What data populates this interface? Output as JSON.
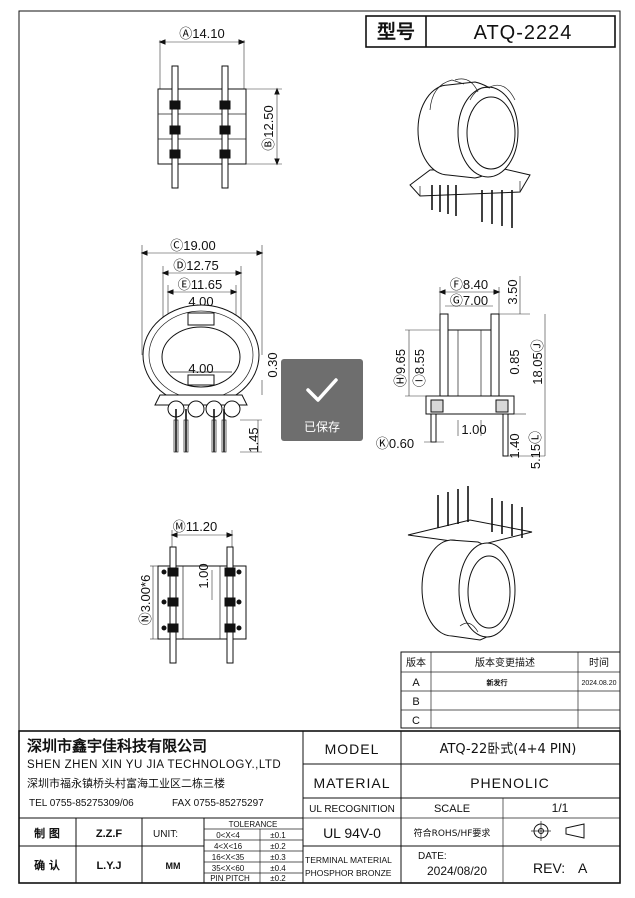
{
  "header": {
    "model_label": "型号",
    "model_value": "ATQ-2224"
  },
  "dimensions": {
    "top_view_width": "Ⓐ14.10",
    "top_view_height": "Ⓑ12.50",
    "c": "Ⓒ19.00",
    "d": "Ⓓ12.75",
    "e": "Ⓔ11.65",
    "slot_top": "4.00",
    "slot_bottom": "4.00",
    "gap": "0.30",
    "pin_len": "1.45",
    "f": "Ⓕ8.40",
    "g": "Ⓖ7.00",
    "h": "Ⓗ9.65",
    "i": "Ⓘ8.55",
    "side_3_50": "3.50",
    "side_0_85": "0.85",
    "side_18_05": "18.05Ⓙ",
    "side_1_00": "1.00",
    "k": "Ⓚ0.60",
    "side_1_40": "1.40",
    "side_5_15": "5.15Ⓛ",
    "m": "Ⓜ11.20",
    "n": "Ⓝ3.00*6",
    "bottom_1_00": "1.00"
  },
  "revision_table": {
    "headers": [
      "版本",
      "版本变更描述",
      "时间"
    ],
    "rows": [
      {
        "rev": "A",
        "desc": "新发行",
        "date": "2024.08.20"
      },
      {
        "rev": "B",
        "desc": "",
        "date": ""
      },
      {
        "rev": "C",
        "desc": "",
        "date": ""
      }
    ]
  },
  "company": {
    "name_cn": "深圳市鑫宇佳科技有限公司",
    "name_en": "SHEN ZHEN XIN YU JIA TECHNOLOGY.,LTD",
    "address": "深圳市福永镇桥头村富海工业区二栋三楼",
    "tel": "TEL 0755-85275309/06",
    "fax": "FAX 0755-85275297"
  },
  "title_block": {
    "model_label": "MODEL",
    "model_value": "ATQ-22卧式(4+4 PIN)",
    "material_label": "MATERIAL",
    "material_value": "PHENOLIC",
    "ul_label": "UL RECOGNITION",
    "ul_value": "UL 94V-0",
    "scale_label": "SCALE",
    "scale_value": "1/1",
    "rohs": "符合ROHS/HF要求",
    "terminal_label_1": "TERMINAL MATERIAL",
    "terminal_label_2": "PHOSPHOR BRONZE",
    "date_label": "DATE:",
    "date_value": "2024/08/20",
    "rev_label": "REV:",
    "rev_value": "A",
    "drawn_label": "制 图",
    "drawn_value": "Z.Z.F",
    "check_label": "确 认",
    "check_value": "L.Y.J",
    "unit_label": "UNIT:",
    "unit_value": "MM",
    "tolerance_title": "TOLERANCE",
    "tolerance": [
      {
        "range": "0<X<4",
        "tol": "±0.1"
      },
      {
        "range": "4<X<16",
        "tol": "±0.2"
      },
      {
        "range": "16<X<35",
        "tol": "±0.3"
      },
      {
        "range": "35<X<60",
        "tol": "±0.4"
      },
      {
        "range": "PIN PITCH",
        "tol": "±0.2"
      }
    ]
  },
  "toast": {
    "label": "已保存"
  }
}
